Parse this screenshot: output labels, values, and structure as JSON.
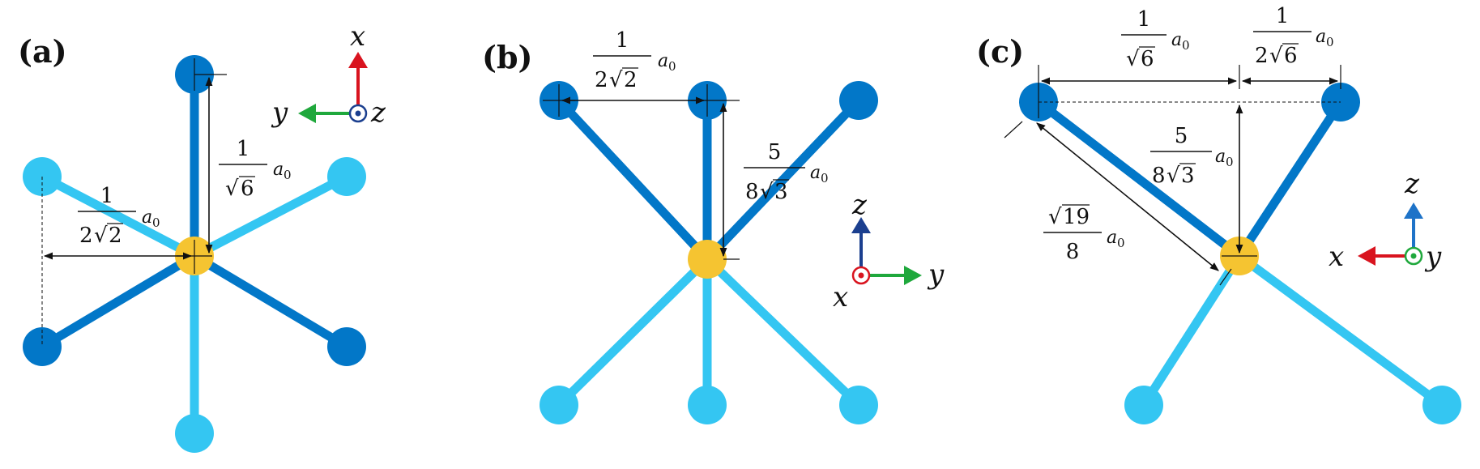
{
  "colors": {
    "dark_blue": "#0277c8",
    "light_blue": "#34c6f2",
    "center": "#f5c431",
    "x_axis": "#d9141f",
    "y_axis": "#1fa83c",
    "z_axis": "#1e73c8",
    "axis_ring_a": "#1b3f8f"
  },
  "panels": {
    "a": {
      "label": "(a)",
      "axes": {
        "up": "x",
        "left": "y",
        "out_of_page": "z"
      },
      "dim_horizontal": {
        "num": "1",
        "den_coeff": "2",
        "den_root": "2",
        "unit": "a",
        "unit_sub": "0"
      },
      "dim_vertical": {
        "num": "1",
        "den_root": "6",
        "unit": "a",
        "unit_sub": "0"
      }
    },
    "b": {
      "label": "(b)",
      "axes": {
        "up": "z",
        "right": "y",
        "into_page": "x"
      },
      "dim_horizontal": {
        "num": "1",
        "den_coeff": "2",
        "den_root": "2",
        "unit": "a",
        "unit_sub": "0"
      },
      "dim_vertical": {
        "num": "5",
        "den_coeff": "8",
        "den_root": "3",
        "unit": "a",
        "unit_sub": "0"
      }
    },
    "c": {
      "label": "(c)",
      "axes": {
        "up": "z",
        "left": "x",
        "out_of_page": "y"
      },
      "dim_top_left": {
        "num": "1",
        "den_root": "6",
        "unit": "a",
        "unit_sub": "0"
      },
      "dim_top_right": {
        "num": "1",
        "den_coeff": "2",
        "den_root": "6",
        "unit": "a",
        "unit_sub": "0"
      },
      "dim_vertical": {
        "num": "5",
        "den_coeff": "8",
        "den_root": "3",
        "unit": "a",
        "unit_sub": "0"
      },
      "dim_diagonal": {
        "num_root": "19",
        "den": "8",
        "unit": "a",
        "unit_sub": "0"
      }
    }
  }
}
